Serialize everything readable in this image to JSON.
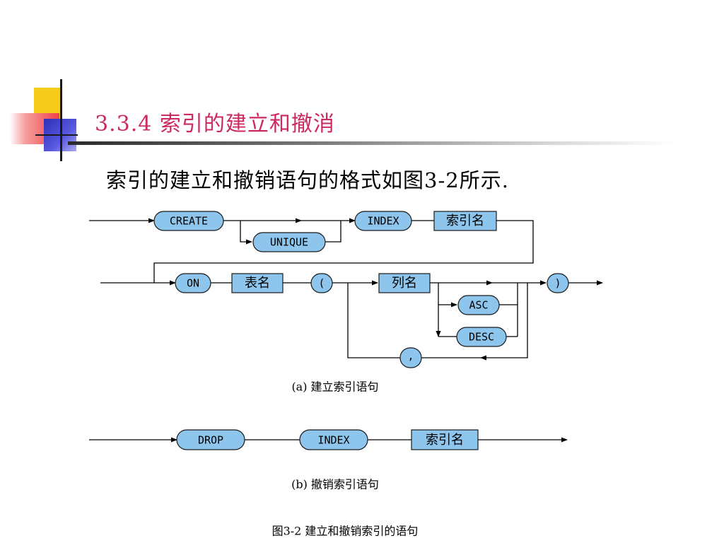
{
  "slide": {
    "title": "3.3.4 索引的建立和撤消",
    "subtitle": "索引的建立和撤销语句的格式如图3-2所示."
  },
  "diagram": {
    "create_keyword": "CREATE",
    "unique_keyword": "UNIQUE",
    "index_keyword": "INDEX",
    "index_name": "索引名",
    "on_keyword": "ON",
    "table_name": "表名",
    "open_paren": "(",
    "column_name": "列名",
    "asc_keyword": "ASC",
    "desc_keyword": "DESC",
    "close_paren": ")",
    "comma": ",",
    "caption_a": "(a)  建立索引语句",
    "drop_keyword": "DROP",
    "drop_index_keyword": "INDEX",
    "drop_index_name": "索引名",
    "caption_b": "(b)  撤销索引语句",
    "figure_caption": "图3-2  建立和撤销索引的语句"
  },
  "colors": {
    "title": "#cc2a5e",
    "node_fill": "#8ec5ec",
    "deco_yellow": "#f6cc1c",
    "deco_blue": "#3a3ac8",
    "deco_red": "#f04048"
  }
}
